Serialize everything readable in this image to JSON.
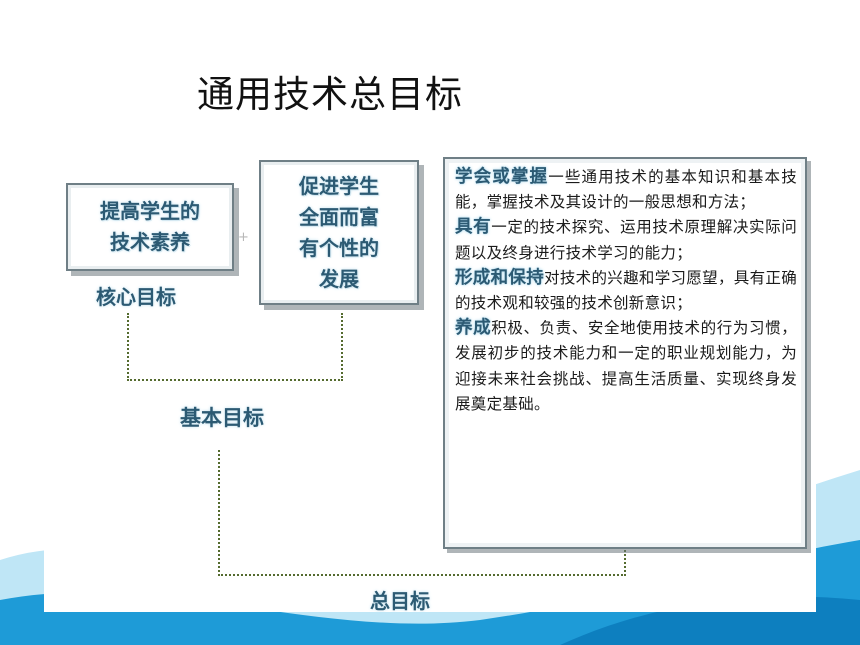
{
  "title": "通用技术总目标",
  "cards": [
    {
      "text": "提高学生的\n技术素养"
    },
    {
      "text": "促进学生\n全面而富\n有个性的\n发展"
    }
  ],
  "labels": {
    "core_goal": "核心目标",
    "basic_goal": "基本目标",
    "total_goal": "总目标"
  },
  "goals": [
    {
      "key": "学会或掌握",
      "text": "一些通用技术的基本知识和基本技能，掌握技术及其设计的一般思想和方法；"
    },
    {
      "key": "具有",
      "text": "一定的技术探究、运用技术原理解决实际问题以及终身进行技术学习的能力；"
    },
    {
      "key": "形成和保持",
      "text": "对技术的兴趣和学习愿望，具有正确的技术观和较强的技术创新意识；"
    },
    {
      "key": "养成",
      "text": "积极、负责、安全地使用技术的行为习惯，发展初步的技术能力和一定的职业规划能力，为迎接未来社会挑战、提高生活质量、实现终身发展奠定基础。"
    }
  ],
  "plus_marks": [
    "+",
    "+"
  ],
  "colors": {
    "heading_blue": "#2c5a73",
    "wave_blue": "#1e9bd7",
    "wave_light": "#bfe6f6"
  }
}
